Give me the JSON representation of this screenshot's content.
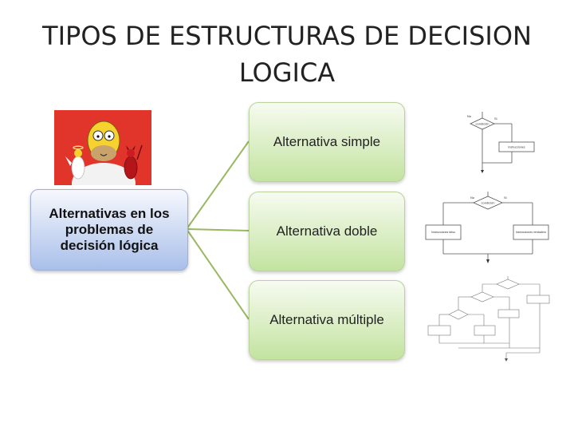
{
  "title": {
    "line1": "TIPOS DE ESTRUCTURAS DE DECISION",
    "line2": "LOGICA"
  },
  "root_node": {
    "label": "Alternativas en los problemas de decisión lógica"
  },
  "branches": [
    {
      "label": "Alternativa simple"
    },
    {
      "label": "Alternativa doble"
    },
    {
      "label": "Alternativa múltiple"
    }
  ],
  "flowcharts": {
    "simple": {
      "no": "No",
      "si": "Si",
      "condition": "condición",
      "instructions": "Instrucciones"
    },
    "doble": {
      "no": "No",
      "si": "Si",
      "condition": "condición",
      "false_box": "Instrucciones falso",
      "true_box": "Instrucciones verdadero"
    }
  },
  "colors": {
    "root_fill_top": "#f6f8fd",
    "root_fill_bottom": "#a9bfea",
    "branch_fill_top": "#f7fbf1",
    "branch_fill_bottom": "#c3e3a0",
    "connector": "#9ab862",
    "picture_background": "#e1352c"
  },
  "icons": {
    "picture": "homer-simpson-angel-devil-image"
  }
}
